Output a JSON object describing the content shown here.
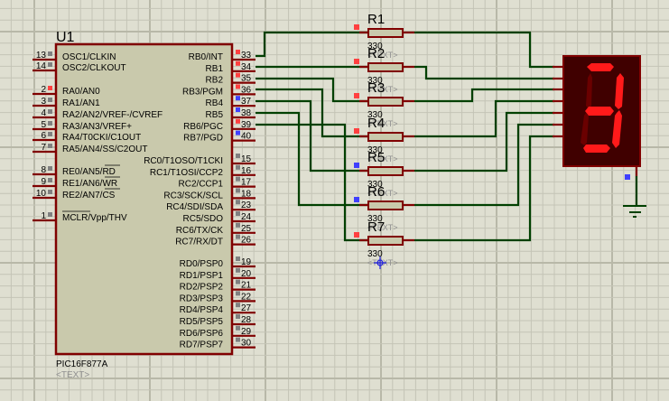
{
  "app": "Proteus ISIS schematic",
  "colors": {
    "background": "#dfdfd1",
    "grid_minor": "#c4c4b6",
    "grid_major": "#b8b8a8",
    "component_body": "#c9c9ac",
    "component_border": "#800000",
    "wire": "#004000",
    "pin_text": "#000000",
    "pin_high": "#ff4040",
    "pin_low": "#4040ff",
    "pin_neutral": "#808080",
    "placeholder_text": "#909090",
    "display_bg": "#400000",
    "seg_on": "#ff1a1a",
    "seg_off": "#6a0000"
  },
  "mcu": {
    "ref": "U1",
    "part": "PIC16F877A",
    "text_placeholder": "<TEXT>",
    "left_pins": [
      {
        "num": "13",
        "label": "OSC1/CLKIN",
        "state": "neutral"
      },
      {
        "num": "14",
        "label": "OSC2/CLKOUT",
        "state": "neutral"
      },
      {
        "num": "2",
        "label": "RA0/AN0",
        "state": "high"
      },
      {
        "num": "3",
        "label": "RA1/AN1",
        "state": "neutral"
      },
      {
        "num": "4",
        "label": "RA2/AN2/VREF-/CVREF",
        "state": "neutral"
      },
      {
        "num": "5",
        "label": "RA3/AN3/VREF+",
        "state": "neutral"
      },
      {
        "num": "6",
        "label": "RA4/T0CKI/C1OUT",
        "state": "neutral"
      },
      {
        "num": "7",
        "label": "RA5/AN4/SS/C2OUT",
        "state": "neutral"
      },
      {
        "num": "8",
        "label": "RE0/AN5/RD",
        "state": "neutral"
      },
      {
        "num": "9",
        "label": "RE1/AN6/WR",
        "state": "neutral"
      },
      {
        "num": "10",
        "label": "RE2/AN7/CS",
        "state": "neutral"
      },
      {
        "num": "1",
        "label": "MCLR/Vpp/THV",
        "state": "neutral"
      }
    ],
    "right_pins_b": [
      {
        "num": "33",
        "label": "RB0/INT",
        "state": "high"
      },
      {
        "num": "34",
        "label": "RB1",
        "state": "high"
      },
      {
        "num": "35",
        "label": "RB2",
        "state": "high"
      },
      {
        "num": "36",
        "label": "RB3/PGM",
        "state": "high"
      },
      {
        "num": "37",
        "label": "RB4",
        "state": "low"
      },
      {
        "num": "38",
        "label": "RB5",
        "state": "low"
      },
      {
        "num": "39",
        "label": "RB6/PGC",
        "state": "high"
      },
      {
        "num": "40",
        "label": "RB7/PGD",
        "state": "low"
      }
    ],
    "right_pins_c": [
      {
        "num": "15",
        "label": "RC0/T1OSO/T1CKI",
        "state": "neutral"
      },
      {
        "num": "16",
        "label": "RC1/T1OSI/CCP2",
        "state": "neutral"
      },
      {
        "num": "17",
        "label": "RC2/CCP1",
        "state": "neutral"
      },
      {
        "num": "18",
        "label": "RC3/SCK/SCL",
        "state": "neutral"
      },
      {
        "num": "23",
        "label": "RC4/SDI/SDA",
        "state": "neutral"
      },
      {
        "num": "24",
        "label": "RC5/SDO",
        "state": "neutral"
      },
      {
        "num": "25",
        "label": "RC6/TX/CK",
        "state": "neutral"
      },
      {
        "num": "26",
        "label": "RC7/RX/DT",
        "state": "neutral"
      }
    ],
    "right_pins_d": [
      {
        "num": "19",
        "label": "RD0/PSP0",
        "state": "neutral"
      },
      {
        "num": "20",
        "label": "RD1/PSP1",
        "state": "neutral"
      },
      {
        "num": "21",
        "label": "RD2/PSP2",
        "state": "neutral"
      },
      {
        "num": "22",
        "label": "RD3/PSP3",
        "state": "neutral"
      },
      {
        "num": "27",
        "label": "RD4/PSP4",
        "state": "neutral"
      },
      {
        "num": "28",
        "label": "RD5/PSP5",
        "state": "neutral"
      },
      {
        "num": "29",
        "label": "RD6/PSP6",
        "state": "neutral"
      },
      {
        "num": "30",
        "label": "RD7/PSP7",
        "state": "neutral"
      }
    ]
  },
  "resistors": [
    {
      "ref": "R1",
      "value": "330",
      "text": "<TEXT>",
      "state": "high"
    },
    {
      "ref": "R2",
      "value": "330",
      "text": "<TEXT>",
      "state": "high"
    },
    {
      "ref": "R3",
      "value": "330",
      "text": "<TEXT>",
      "state": "high"
    },
    {
      "ref": "R4",
      "value": "330",
      "text": "<TEXT>",
      "state": "high"
    },
    {
      "ref": "R5",
      "value": "330",
      "text": "<TEXT>",
      "state": "low"
    },
    {
      "ref": "R6",
      "value": "330",
      "text": "<TEXT>",
      "state": "low"
    },
    {
      "ref": "R7",
      "value": "330",
      "text": "<TEXT>",
      "state": "high"
    }
  ],
  "display": {
    "digit": "3",
    "segments": {
      "a": true,
      "b": true,
      "c": true,
      "d": true,
      "e": false,
      "f": false,
      "g": true
    },
    "common_pin_state": "low"
  }
}
